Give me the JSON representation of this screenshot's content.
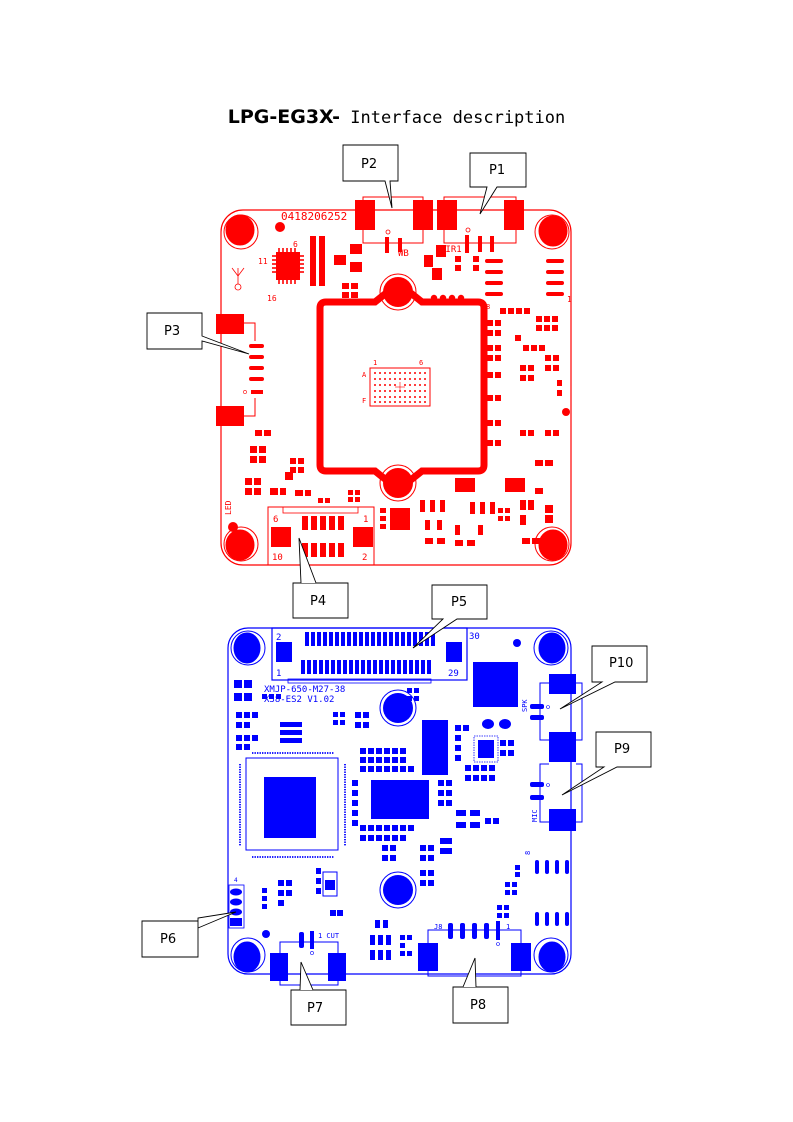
{
  "title": {
    "model": "LPG-EG3X",
    "separator": "-",
    "subtitle": " Interface description"
  },
  "colors": {
    "top_board": "#ff0000",
    "bottom_board": "#0000ff",
    "callout_border": "#000000",
    "background": "#ffffff"
  },
  "top_board": {
    "name": "top-side PCB (red)",
    "silkscreen": {
      "serial": "0418206252",
      "wb_label": "WB",
      "pir_label": "PIR1",
      "led_label": "LED",
      "qfn_pin_6": "6",
      "qfn_pin_11": "11",
      "qfn_pin_16": "16",
      "bga_pin_1": "1",
      "bga_pin_6": "6",
      "bga_row_a": "A",
      "bga_row_f": "F",
      "p4_pin_6": "6",
      "p4_pin_1": "1",
      "p4_pin_10": "10",
      "p4_pin_2": "2",
      "right_pin_1": "1",
      "right_pin_8": "8"
    }
  },
  "bottom_board": {
    "name": "bottom-side PCB (blue)",
    "silkscreen": {
      "part_no": "XMJP-650-M27-38",
      "version": "X38-ES2 V1.02",
      "p5_pin_2": "2",
      "p5_pin_1": "1",
      "p5_pin_30": "30",
      "p5_pin_29": "29",
      "spk_label": "SPK",
      "mic_label": "MIC",
      "cut_label": "1 CUT",
      "j8_label": "J8",
      "j8_pin_1": "1",
      "p6_pin_4": "4",
      "right_pin_8": "8"
    }
  },
  "callouts": [
    {
      "id": "P1",
      "label": "P1"
    },
    {
      "id": "P2",
      "label": "P2"
    },
    {
      "id": "P3",
      "label": "P3"
    },
    {
      "id": "P4",
      "label": "P4"
    },
    {
      "id": "P5",
      "label": "P5"
    },
    {
      "id": "P6",
      "label": "P6"
    },
    {
      "id": "P7",
      "label": "P7"
    },
    {
      "id": "P8",
      "label": "P8"
    },
    {
      "id": "P9",
      "label": "P9"
    },
    {
      "id": "P10",
      "label": "P10"
    }
  ]
}
